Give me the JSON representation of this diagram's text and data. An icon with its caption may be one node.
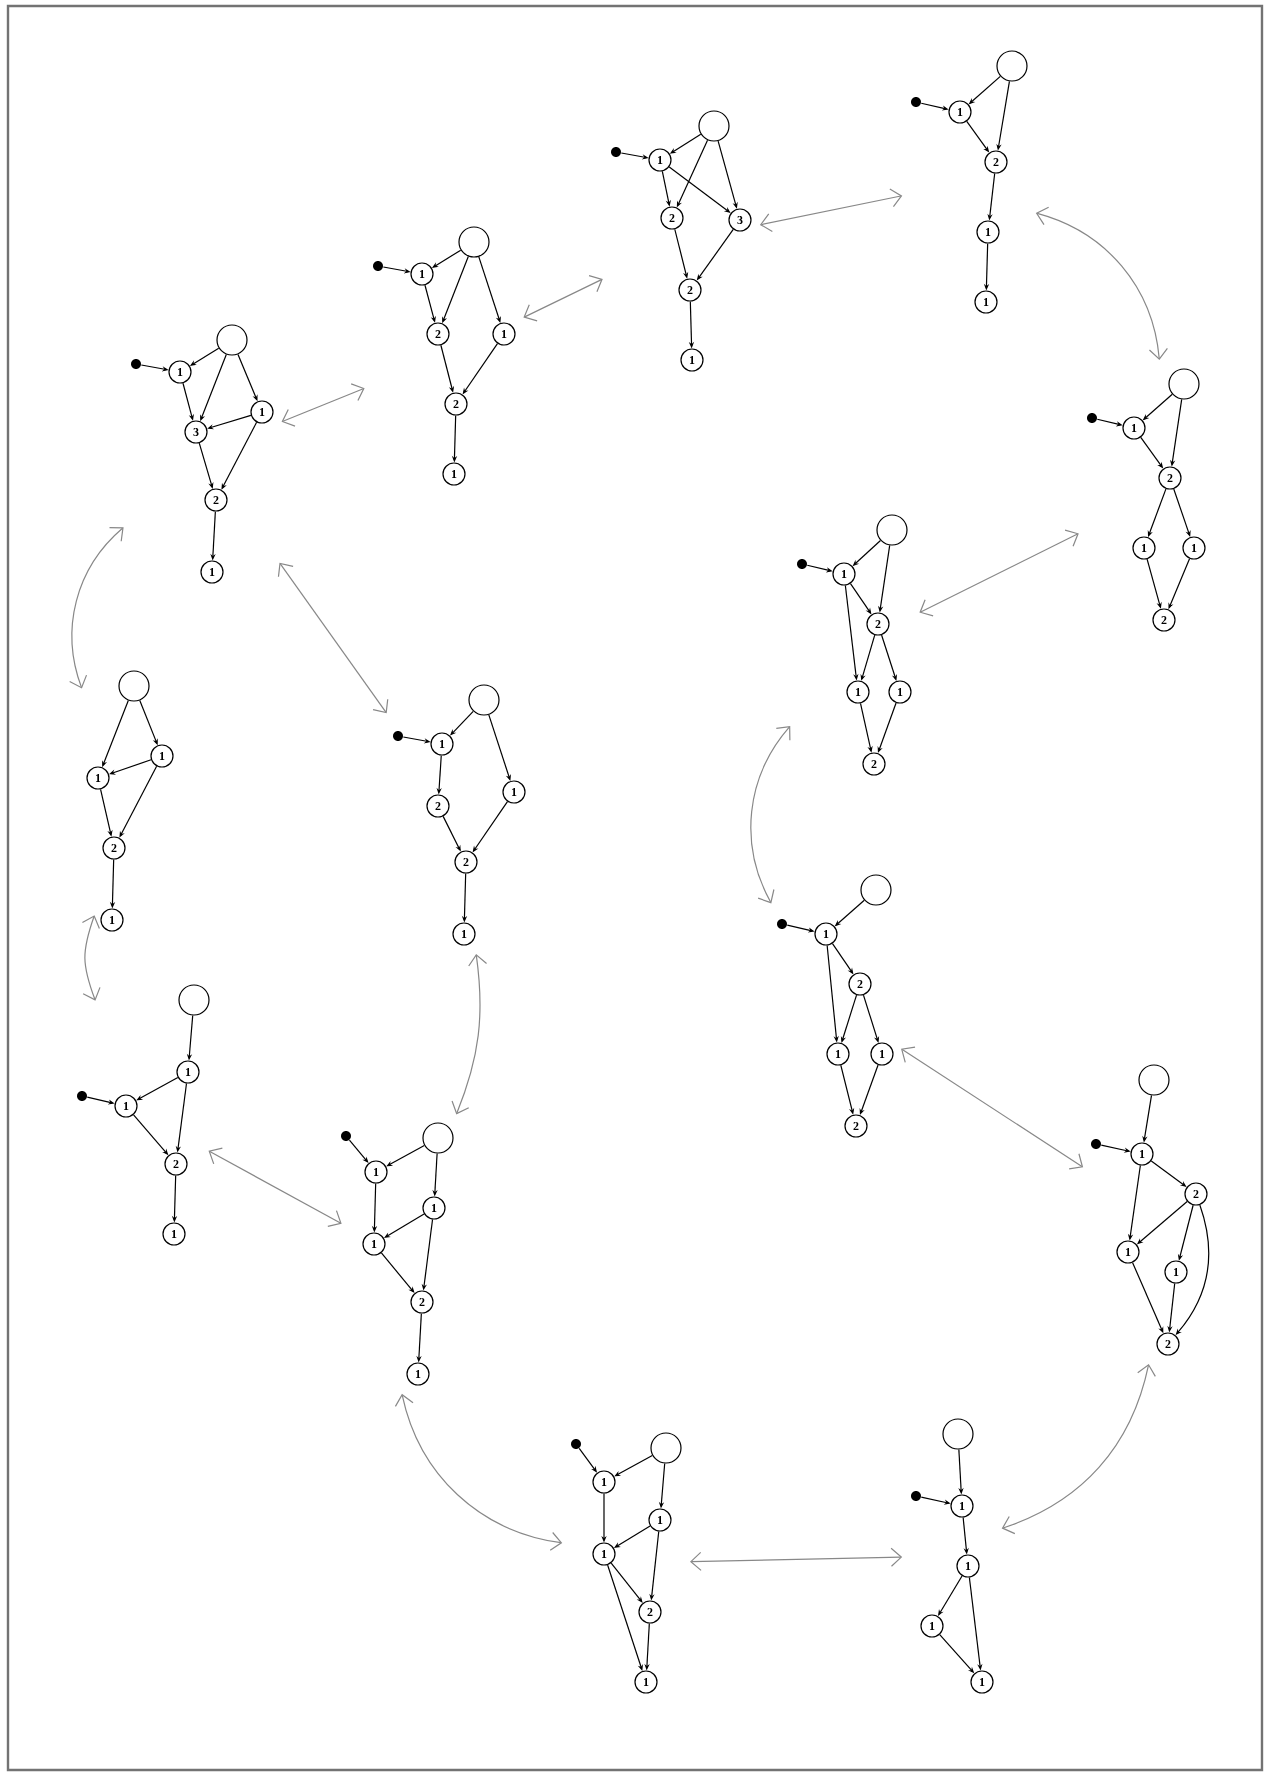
{
  "diagram": {
    "nodes": [
      {
        "text": [],
        "shape": "picture"
      },
      {
        "text": [],
        "shape": "circle",
        "in": 0
      },
      {
        "text": [],
        "shape": "dot",
        "in": 0
      },
      {
        "text": [
          "1"
        ],
        "in": 0
      },
      {
        "text": [
          "3"
        ],
        "in": 0
      },
      {
        "text": [
          "1"
        ],
        "in": 0
      },
      {
        "text": [
          "2"
        ],
        "in": 0
      },
      {
        "text": [
          "1"
        ],
        "in": 0
      },
      {
        "text": [],
        "shape": "picture"
      },
      {
        "text": [],
        "shape": "circle",
        "in": 8
      },
      {
        "text": [],
        "shape": "dot",
        "in": 8
      },
      {
        "text": [
          "1"
        ],
        "in": 8
      },
      {
        "text": [
          "2"
        ],
        "in": 8
      },
      {
        "text": [
          "1"
        ],
        "in": 8
      },
      {
        "text": [
          "2"
        ],
        "in": 8
      },
      {
        "text": [
          "1"
        ],
        "in": 8
      },
      {
        "text": [],
        "shape": "picture"
      },
      {
        "text": [],
        "shape": "circle",
        "in": 16
      },
      {
        "text": [],
        "shape": "dot",
        "in": 16
      },
      {
        "text": [
          "1"
        ],
        "in": 16
      },
      {
        "text": [
          "2"
        ],
        "in": 16
      },
      {
        "text": [
          "3"
        ],
        "in": 16
      },
      {
        "text": [
          "2"
        ],
        "in": 16
      },
      {
        "text": [
          "1"
        ],
        "in": 16
      },
      {
        "text": [],
        "shape": "picture"
      },
      {
        "text": [],
        "shape": "circle",
        "in": 24
      },
      {
        "text": [],
        "shape": "dot",
        "in": 24
      },
      {
        "text": [
          "1"
        ],
        "in": 24
      },
      {
        "text": [
          "2"
        ],
        "in": 24
      },
      {
        "text": [
          "1"
        ],
        "in": 24
      },
      {
        "text": [
          "1"
        ],
        "in": 24
      },
      {
        "text": [],
        "shape": "picture"
      },
      {
        "text": [],
        "shape": "circle",
        "in": 31
      },
      {
        "text": [],
        "shape": "dot",
        "in": 31
      },
      {
        "text": [
          "1"
        ],
        "in": 31
      },
      {
        "text": [
          "2"
        ],
        "in": 31
      },
      {
        "text": [
          "1"
        ],
        "in": 31
      },
      {
        "text": [
          "1"
        ],
        "in": 31
      },
      {
        "text": [
          "2"
        ],
        "in": 31
      },
      {
        "text": [],
        "shape": "picture"
      },
      {
        "text": [],
        "shape": "circle",
        "in": 39
      },
      {
        "text": [],
        "shape": "dot",
        "in": 39
      },
      {
        "text": [
          "1"
        ],
        "in": 39
      },
      {
        "text": [
          "2"
        ],
        "in": 39
      },
      {
        "text": [
          "1"
        ],
        "in": 39
      },
      {
        "text": [
          "1"
        ],
        "in": 39
      },
      {
        "text": [
          "2"
        ],
        "in": 39
      },
      {
        "text": [],
        "shape": "picture"
      },
      {
        "text": [],
        "shape": "circle",
        "in": 47
      },
      {
        "text": [],
        "shape": "dot",
        "in": 47
      },
      {
        "text": [
          "1"
        ],
        "in": 47
      },
      {
        "text": [
          "2"
        ],
        "in": 47
      },
      {
        "text": [
          "1"
        ],
        "in": 47
      },
      {
        "text": [
          "1"
        ],
        "in": 47
      },
      {
        "text": [
          "2"
        ],
        "in": 47
      },
      {
        "text": [],
        "shape": "picture"
      },
      {
        "text": [],
        "shape": "circle",
        "in": 55
      },
      {
        "text": [],
        "shape": "dot",
        "in": 55
      },
      {
        "text": [
          "1"
        ],
        "in": 55
      },
      {
        "text": [
          "2"
        ],
        "in": 55
      },
      {
        "text": [
          "1"
        ],
        "in": 55
      },
      {
        "text": [
          "1"
        ],
        "in": 55
      },
      {
        "text": [
          "2"
        ],
        "in": 55
      },
      {
        "text": [],
        "shape": "picture"
      },
      {
        "text": [],
        "shape": "circle",
        "in": 63
      },
      {
        "text": [],
        "shape": "dot",
        "in": 63
      },
      {
        "text": [
          "1"
        ],
        "in": 63
      },
      {
        "text": [
          "1"
        ],
        "in": 63
      },
      {
        "text": [
          "1"
        ],
        "in": 63
      },
      {
        "text": [
          "1"
        ],
        "in": 63
      },
      {
        "text": [],
        "shape": "picture"
      },
      {
        "text": [],
        "shape": "dot",
        "in": 70
      },
      {
        "text": [
          "1"
        ],
        "in": 70
      },
      {
        "text": [],
        "shape": "circle",
        "in": 70
      },
      {
        "text": [
          "1"
        ],
        "in": 70
      },
      {
        "text": [
          "1"
        ],
        "in": 70
      },
      {
        "text": [
          "2"
        ],
        "in": 70
      },
      {
        "text": [
          "1"
        ],
        "in": 70
      },
      {
        "text": [],
        "shape": "picture"
      },
      {
        "text": [],
        "shape": "dot",
        "in": 78
      },
      {
        "text": [
          "1"
        ],
        "in": 78
      },
      {
        "text": [],
        "shape": "circle",
        "in": 78
      },
      {
        "text": [
          "1"
        ],
        "in": 78
      },
      {
        "text": [
          "1"
        ],
        "in": 78
      },
      {
        "text": [
          "2"
        ],
        "in": 78
      },
      {
        "text": [
          "1"
        ],
        "in": 78
      },
      {
        "text": [],
        "shape": "picture"
      },
      {
        "text": [],
        "shape": "circle",
        "in": 86
      },
      {
        "text": [
          "1"
        ],
        "in": 86
      },
      {
        "text": [],
        "shape": "dot",
        "in": 86
      },
      {
        "text": [
          "1"
        ],
        "in": 86
      },
      {
        "text": [
          "2"
        ],
        "in": 86
      },
      {
        "text": [
          "1"
        ],
        "in": 86
      },
      {
        "text": [],
        "shape": "picture"
      },
      {
        "text": [],
        "shape": "circle",
        "in": 93
      },
      {
        "text": [
          "1"
        ],
        "in": 93
      },
      {
        "text": [
          "1"
        ],
        "in": 93
      },
      {
        "text": [
          "2"
        ],
        "in": 93
      },
      {
        "text": [
          "1"
        ],
        "in": 93
      },
      {
        "text": [],
        "shape": "picture"
      },
      {
        "text": [],
        "shape": "circle",
        "in": 99
      },
      {
        "text": [],
        "shape": "dot",
        "in": 99
      },
      {
        "text": [
          "1"
        ],
        "in": 99
      },
      {
        "text": [
          "2"
        ],
        "in": 99
      },
      {
        "text": [
          "1"
        ],
        "in": 99
      },
      {
        "text": [
          "2"
        ],
        "in": 99
      },
      {
        "text": [
          "1"
        ],
        "in": 99
      }
    ],
    "edges": [
      {
        "from": 0,
        "to": 8,
        "arrow": "both",
        "color": "#888888"
      },
      {
        "from": 8,
        "to": 16,
        "arrow": "both",
        "color": "#888888"
      },
      {
        "from": 16,
        "to": 24,
        "arrow": "both",
        "color": "#888888"
      },
      {
        "from": 24,
        "to": 31,
        "arrow": "both",
        "color": "#888888"
      },
      {
        "from": 31,
        "to": 39,
        "arrow": "both",
        "color": "#888888"
      },
      {
        "from": 39,
        "to": 47,
        "arrow": "both",
        "color": "#888888"
      },
      {
        "from": 47,
        "to": 55,
        "arrow": "both",
        "color": "#888888"
      },
      {
        "from": 55,
        "to": 63,
        "arrow": "both",
        "color": "#888888"
      },
      {
        "from": 63,
        "to": 70,
        "arrow": "both",
        "color": "#888888"
      },
      {
        "from": 70,
        "to": 78,
        "arrow": "both",
        "color": "#888888"
      },
      {
        "from": 78,
        "to": 99,
        "arrow": "both",
        "color": "#888888"
      },
      {
        "from": 86,
        "to": 78,
        "arrow": "both",
        "color": "#888888"
      },
      {
        "from": 93,
        "to": 86,
        "arrow": "both",
        "color": "#888888"
      },
      {
        "from": 0,
        "to": 93,
        "arrow": "both",
        "color": "#888888"
      },
      {
        "from": 0,
        "to": 99,
        "arrow": "both",
        "color": "#888888"
      },
      {
        "from": 1,
        "to": 3,
        "arrow": "to"
      },
      {
        "from": 2,
        "to": 3,
        "arrow": "to"
      },
      {
        "from": 1,
        "to": 4,
        "arrow": "to"
      },
      {
        "from": 1,
        "to": 5,
        "arrow": "to"
      },
      {
        "from": 3,
        "to": 4,
        "arrow": "to"
      },
      {
        "from": 5,
        "to": 4,
        "arrow": "to"
      },
      {
        "from": 4,
        "to": 6,
        "arrow": "to"
      },
      {
        "from": 5,
        "to": 6,
        "arrow": "to"
      },
      {
        "from": 6,
        "to": 7,
        "arrow": "to"
      },
      {
        "from": 9,
        "to": 11,
        "arrow": "to"
      },
      {
        "from": 10,
        "to": 11,
        "arrow": "to"
      },
      {
        "from": 11,
        "to": 12,
        "arrow": "to"
      },
      {
        "from": 9,
        "to": 12,
        "arrow": "to"
      },
      {
        "from": 9,
        "to": 13,
        "arrow": "to"
      },
      {
        "from": 12,
        "to": 14,
        "arrow": "to"
      },
      {
        "from": 13,
        "to": 14,
        "arrow": "to"
      },
      {
        "from": 14,
        "to": 15,
        "arrow": "to"
      },
      {
        "from": 17,
        "to": 19,
        "arrow": "to"
      },
      {
        "from": 18,
        "to": 19,
        "arrow": "to"
      },
      {
        "from": 19,
        "to": 20,
        "arrow": "to"
      },
      {
        "from": 19,
        "to": 21,
        "arrow": "to"
      },
      {
        "from": 17,
        "to": 20,
        "arrow": "to"
      },
      {
        "from": 17,
        "to": 21,
        "arrow": "to"
      },
      {
        "from": 20,
        "to": 22,
        "arrow": "to"
      },
      {
        "from": 21,
        "to": 22,
        "arrow": "to"
      },
      {
        "from": 22,
        "to": 23,
        "arrow": "to"
      },
      {
        "from": 25,
        "to": 27,
        "arrow": "to"
      },
      {
        "from": 26,
        "to": 27,
        "arrow": "to"
      },
      {
        "from": 27,
        "to": 28,
        "arrow": "to"
      },
      {
        "from": 25,
        "to": 28,
        "arrow": "to"
      },
      {
        "from": 28,
        "to": 29,
        "arrow": "to"
      },
      {
        "from": 29,
        "to": 30,
        "arrow": "to"
      },
      {
        "from": 32,
        "to": 34,
        "arrow": "to"
      },
      {
        "from": 33,
        "to": 34,
        "arrow": "to"
      },
      {
        "from": 34,
        "to": 35,
        "arrow": "to"
      },
      {
        "from": 32,
        "to": 35,
        "arrow": "to"
      },
      {
        "from": 35,
        "to": 36,
        "arrow": "to"
      },
      {
        "from": 35,
        "to": 37,
        "arrow": "to"
      },
      {
        "from": 36,
        "to": 38,
        "arrow": "to"
      },
      {
        "from": 37,
        "to": 38,
        "arrow": "to"
      },
      {
        "from": 40,
        "to": 42,
        "arrow": "to"
      },
      {
        "from": 41,
        "to": 42,
        "arrow": "to"
      },
      {
        "from": 42,
        "to": 43,
        "arrow": "to"
      },
      {
        "from": 40,
        "to": 43,
        "arrow": "to"
      },
      {
        "from": 42,
        "to": 44,
        "arrow": "to"
      },
      {
        "from": 43,
        "to": 44,
        "arrow": "to"
      },
      {
        "from": 43,
        "to": 45,
        "arrow": "to"
      },
      {
        "from": 44,
        "to": 46,
        "arrow": "to"
      },
      {
        "from": 45,
        "to": 46,
        "arrow": "to"
      },
      {
        "from": 48,
        "to": 50,
        "arrow": "to"
      },
      {
        "from": 49,
        "to": 50,
        "arrow": "to"
      },
      {
        "from": 50,
        "to": 51,
        "arrow": "to"
      },
      {
        "from": 50,
        "to": 52,
        "arrow": "to"
      },
      {
        "from": 51,
        "to": 52,
        "arrow": "to"
      },
      {
        "from": 51,
        "to": 53,
        "arrow": "to"
      },
      {
        "from": 52,
        "to": 54,
        "arrow": "to"
      },
      {
        "from": 53,
        "to": 54,
        "arrow": "to"
      },
      {
        "from": 56,
        "to": 58,
        "arrow": "to"
      },
      {
        "from": 57,
        "to": 58,
        "arrow": "to"
      },
      {
        "from": 58,
        "to": 59,
        "arrow": "to"
      },
      {
        "from": 58,
        "to": 60,
        "arrow": "to"
      },
      {
        "from": 59,
        "to": 60,
        "arrow": "to"
      },
      {
        "from": 59,
        "to": 61,
        "arrow": "to"
      },
      {
        "from": 59,
        "to": 62,
        "arrow": "to"
      },
      {
        "from": 60,
        "to": 62,
        "arrow": "to"
      },
      {
        "from": 61,
        "to": 62,
        "arrow": "to"
      },
      {
        "from": 64,
        "to": 66,
        "arrow": "to"
      },
      {
        "from": 65,
        "to": 66,
        "arrow": "to"
      },
      {
        "from": 66,
        "to": 67,
        "arrow": "to"
      },
      {
        "from": 67,
        "to": 68,
        "arrow": "to"
      },
      {
        "from": 67,
        "to": 69,
        "arrow": "to"
      },
      {
        "from": 68,
        "to": 69,
        "arrow": "to"
      },
      {
        "from": 71,
        "to": 72,
        "arrow": "to"
      },
      {
        "from": 73,
        "to": 72,
        "arrow": "to"
      },
      {
        "from": 73,
        "to": 74,
        "arrow": "to"
      },
      {
        "from": 74,
        "to": 75,
        "arrow": "to"
      },
      {
        "from": 72,
        "to": 75,
        "arrow": "to"
      },
      {
        "from": 75,
        "to": 76,
        "arrow": "to"
      },
      {
        "from": 74,
        "to": 76,
        "arrow": "to"
      },
      {
        "from": 76,
        "to": 77,
        "arrow": "to"
      },
      {
        "from": 75,
        "to": 77,
        "arrow": "to"
      },
      {
        "from": 79,
        "to": 80,
        "arrow": "to"
      },
      {
        "from": 81,
        "to": 80,
        "arrow": "to"
      },
      {
        "from": 81,
        "to": 82,
        "arrow": "to"
      },
      {
        "from": 82,
        "to": 83,
        "arrow": "to"
      },
      {
        "from": 80,
        "to": 83,
        "arrow": "to"
      },
      {
        "from": 83,
        "to": 84,
        "arrow": "to"
      },
      {
        "from": 82,
        "to": 84,
        "arrow": "to"
      },
      {
        "from": 84,
        "to": 85,
        "arrow": "to"
      },
      {
        "from": 87,
        "to": 88,
        "arrow": "to"
      },
      {
        "from": 89,
        "to": 90,
        "arrow": "to"
      },
      {
        "from": 88,
        "to": 90,
        "arrow": "to"
      },
      {
        "from": 90,
        "to": 91,
        "arrow": "to"
      },
      {
        "from": 88,
        "to": 91,
        "arrow": "to"
      },
      {
        "from": 91,
        "to": 92,
        "arrow": "to"
      },
      {
        "from": 94,
        "to": 95,
        "arrow": "to"
      },
      {
        "from": 94,
        "to": 96,
        "arrow": "to"
      },
      {
        "from": 95,
        "to": 96,
        "arrow": "to"
      },
      {
        "from": 96,
        "to": 97,
        "arrow": "to"
      },
      {
        "from": 95,
        "to": 97,
        "arrow": "to"
      },
      {
        "from": 97,
        "to": 98,
        "arrow": "to"
      },
      {
        "from": 100,
        "to": 102,
        "arrow": "to"
      },
      {
        "from": 101,
        "to": 102,
        "arrow": "to"
      },
      {
        "from": 102,
        "to": 103,
        "arrow": "to"
      },
      {
        "from": 100,
        "to": 104,
        "arrow": "to"
      },
      {
        "from": 103,
        "to": 105,
        "arrow": "to"
      },
      {
        "from": 104,
        "to": 105,
        "arrow": "to"
      },
      {
        "from": 105,
        "to": 106,
        "arrow": "to"
      }
    ]
  }
}
